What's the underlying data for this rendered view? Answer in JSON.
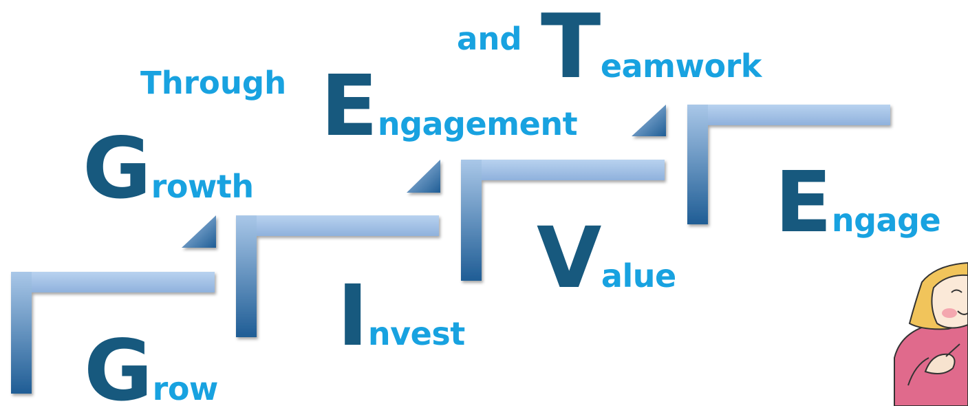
{
  "diagram": {
    "colors": {
      "dark_blue": "#17597e",
      "light_blue": "#18a2e0",
      "step_light": "#a9c7e8",
      "step_dark": "#1f5d95"
    },
    "words": {
      "grow": {
        "initial": "G",
        "rest": "row"
      },
      "growth": {
        "initial": "G",
        "rest": "rowth"
      },
      "through": {
        "text": "Through"
      },
      "engagement": {
        "initial": "E",
        "rest": "ngagement"
      },
      "and": {
        "text": "and"
      },
      "teamwork": {
        "initial": "T",
        "rest": "eamwork"
      },
      "invest": {
        "initial": "I",
        "rest": "nvest"
      },
      "value": {
        "initial": "V",
        "rest": "alue"
      },
      "engage": {
        "initial": "E",
        "rest": "ngage"
      }
    },
    "illustration": {
      "name": "cartoon-child-thinking"
    }
  }
}
